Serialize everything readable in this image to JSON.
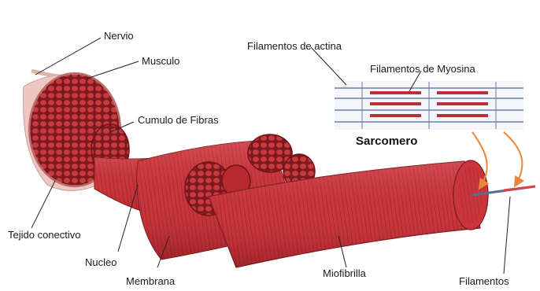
{
  "labels": {
    "nervio": "Nervio",
    "musculo": "Musculo",
    "cumulo": "Cumulo de Fibras",
    "tejido": "Tejido conectivo",
    "nucleo": "Nucleo",
    "membrana": "Membrana",
    "miofibrilla": "Miofibrilla",
    "filamentos": "Filamentos",
    "actina": "Filamentos de actina",
    "myosina": "Filamentos de Myosina",
    "sarcomero": "Sarcomero"
  },
  "colors": {
    "muscle": "#c9353b",
    "muscle_dark": "#8e1c22",
    "muscle_light": "#e57a7a",
    "fiber_fill": "#b82a30",
    "sheath": "#f1cbc8",
    "filament_blue": "#6a7fa8",
    "arrow_orange": "#e8863a"
  }
}
